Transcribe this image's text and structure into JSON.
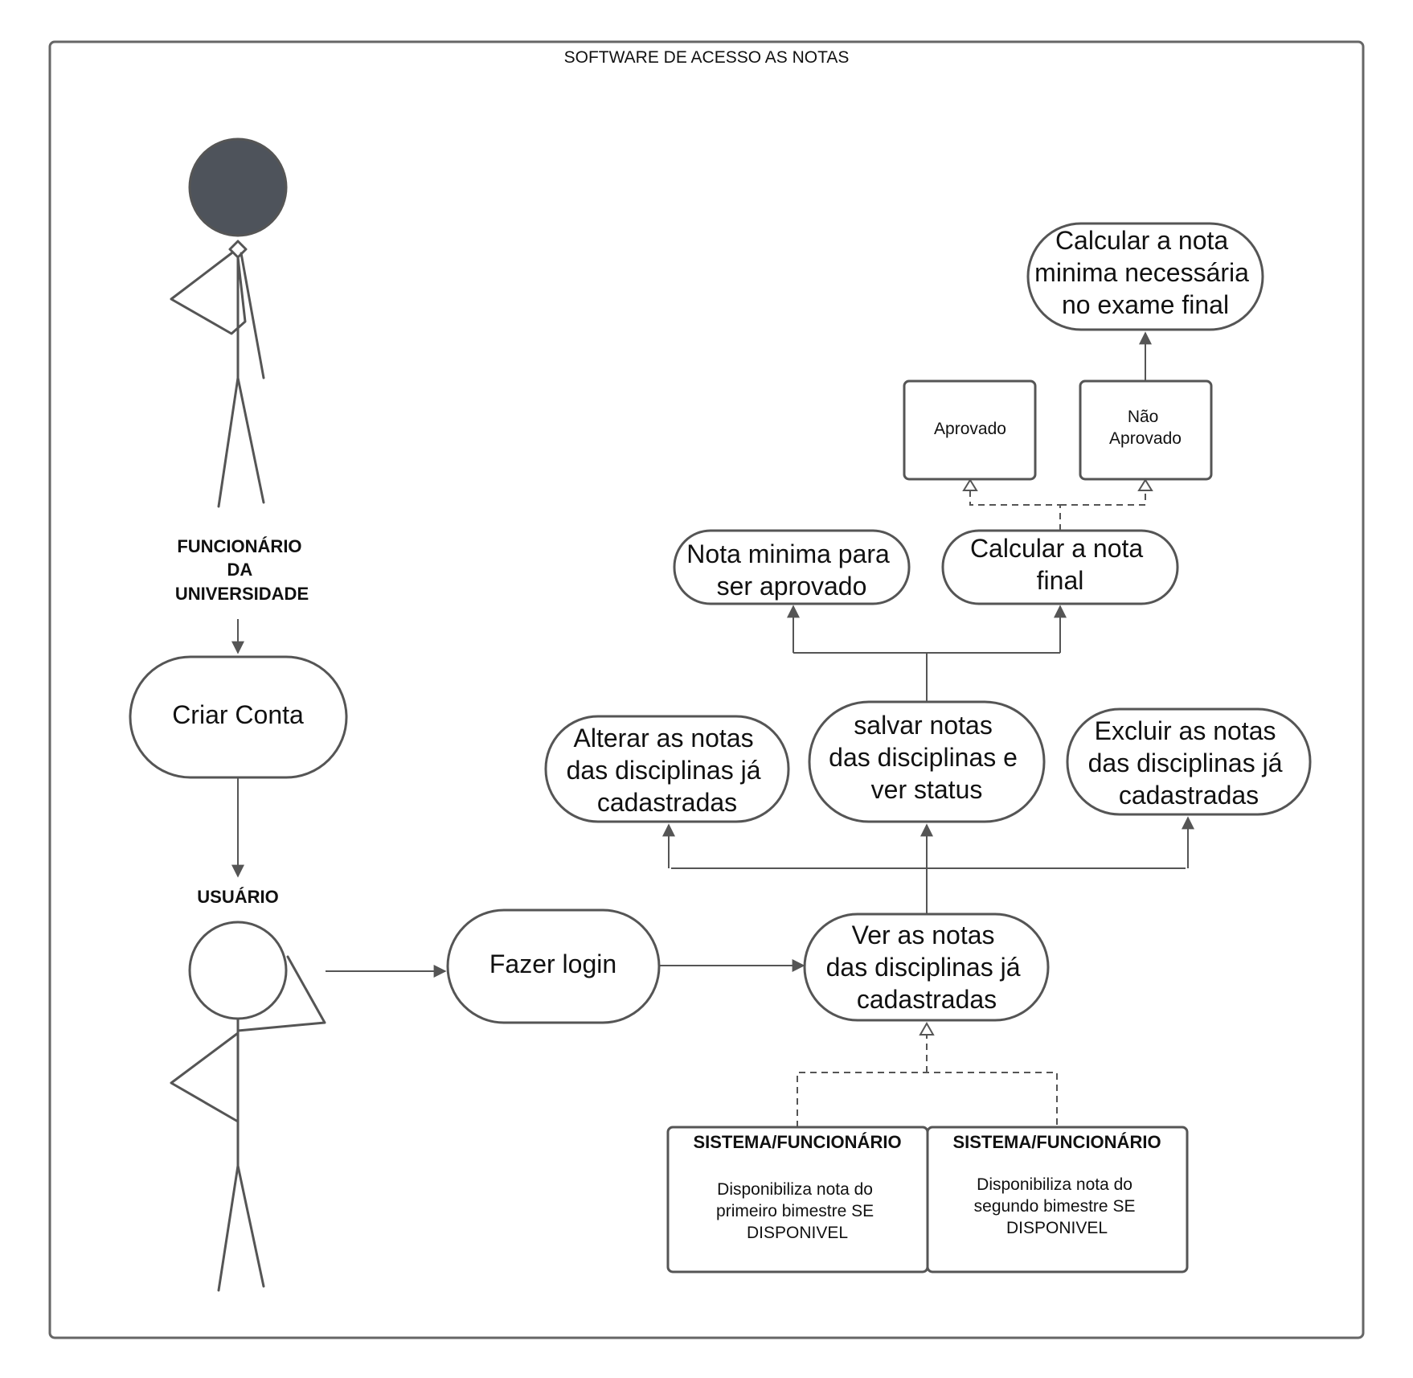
{
  "diagram": {
    "title": "SOFTWARE DE ACESSO AS NOTAS",
    "colors": {
      "stroke": "#555555",
      "actor_fill": "#4e535b",
      "text": "#111111"
    },
    "actors": {
      "funcionario": {
        "lines": [
          "FUNCIONÁRIO",
          "DA",
          "UNIVERSIDADE"
        ],
        "icon": "stick-figure-icon"
      },
      "usuario": {
        "lines": [
          "USUÁRIO"
        ],
        "icon": "stick-figure-icon"
      }
    },
    "use_cases": {
      "criar_conta": [
        "Criar Conta"
      ],
      "fazer_login": [
        "Fazer login"
      ],
      "ver_notas": [
        "Ver as notas",
        "das disciplinas já",
        "cadastradas"
      ],
      "alterar_notas": [
        "Alterar as notas",
        "das disciplinas já",
        "cadastradas"
      ],
      "salvar_notas": [
        "salvar notas",
        "das disciplinas e",
        "ver status"
      ],
      "excluir_notas": [
        "Excluir as notas",
        "das disciplinas já",
        "cadastradas"
      ],
      "nota_minima": [
        "Nota minima para",
        "ser aprovado"
      ],
      "calcular_final": [
        "Calcular a nota",
        "final"
      ],
      "calcular_exame": [
        "Calcular a nota",
        "minima necessária",
        "no exame final"
      ]
    },
    "status_boxes": {
      "aprovado": [
        "Aprovado"
      ],
      "nao_aprovado": [
        "Não",
        "Aprovado"
      ]
    },
    "system_boxes": {
      "sistema1": {
        "heading": "SISTEMA/FUNCIONÁRIO",
        "lines": [
          "Disponibiliza nota do",
          "primeiro bimestre SE",
          "DISPONIVEL"
        ]
      },
      "sistema2": {
        "heading": "SISTEMA/FUNCIONÁRIO",
        "lines": [
          "Disponibiliza nota do",
          "segundo bimestre SE",
          "DISPONIVEL"
        ]
      }
    }
  }
}
